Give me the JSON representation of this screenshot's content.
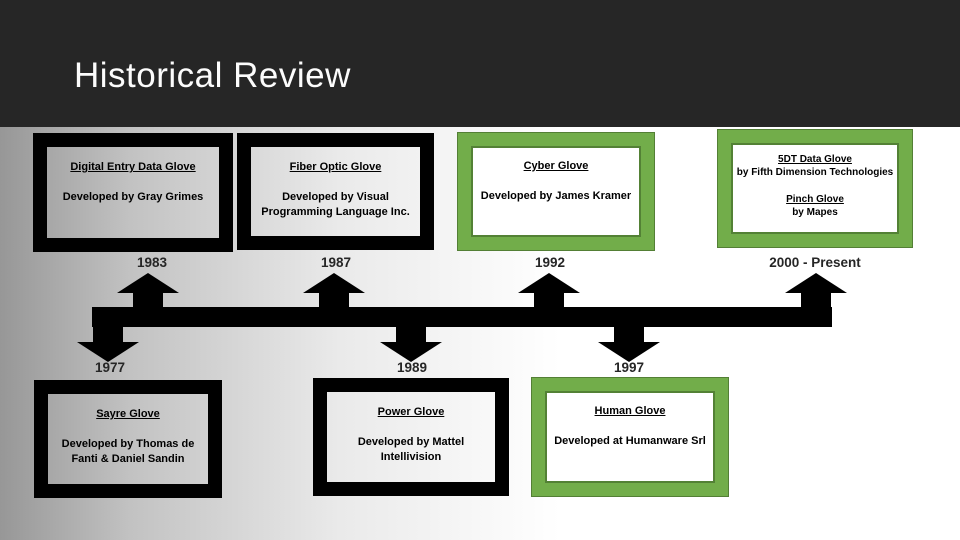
{
  "slide": {
    "title": "Historical Review"
  },
  "events": [
    {
      "year": "1983",
      "title": "Digital Entry Data Glove",
      "desc": "Developed by Gray Grimes"
    },
    {
      "year": "1987",
      "title": "Fiber Optic Glove",
      "desc": "Developed by Visual Programming Language Inc."
    },
    {
      "year": "1992",
      "title": "Cyber Glove",
      "desc": "Developed by James Kramer"
    },
    {
      "year": "2000 - Present",
      "title": "5DT Data Glove",
      "desc": "by Fifth Dimension Technologies",
      "title2": "Pinch Glove",
      "desc2": "by Mapes"
    },
    {
      "year": "1977",
      "title": "Sayre Glove",
      "desc": "Developed by Thomas de Fanti & Daniel Sandin"
    },
    {
      "year": "1989",
      "title": "Power Glove",
      "desc": "Developed by Mattel Intellivision"
    },
    {
      "year": "1997",
      "title": "Human Glove",
      "desc": "Developed at Humanware Srl"
    }
  ],
  "colors": {
    "header_bg": "#262626",
    "accent_green": "#72AD4A",
    "accent_green_dark": "#538135",
    "box_black": "#000000"
  }
}
